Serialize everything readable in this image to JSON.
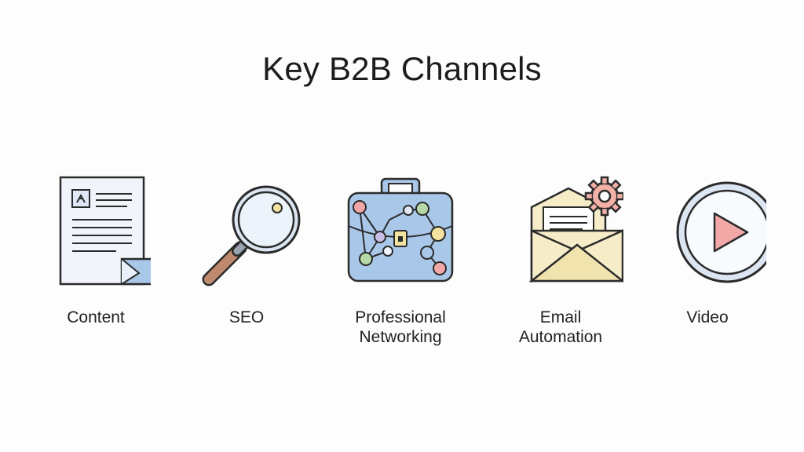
{
  "title": "Key B2B Channels",
  "channels": [
    {
      "id": "content",
      "lines": [
        "Content"
      ],
      "icon": "document-icon"
    },
    {
      "id": "seo",
      "lines": [
        "SEO"
      ],
      "icon": "magnifying-glass-icon"
    },
    {
      "id": "professional-networking",
      "lines": [
        "Professional",
        "Networking"
      ],
      "icon": "briefcase-network-icon"
    },
    {
      "id": "email-automation",
      "lines": [
        "Email",
        "Automation"
      ],
      "icon": "envelope-gear-icon"
    },
    {
      "id": "video",
      "lines": [
        "Video"
      ],
      "icon": "play-button-icon"
    }
  ],
  "colors": {
    "outline": "#2b2b2b",
    "paper": "#f1f5fb",
    "blue": "#a9c7e8",
    "blue_light": "#e8f0f9",
    "handle": "#c08a6e",
    "node_green": "#b7d8a8",
    "node_yellow": "#f3e3a0",
    "node_pink": "#f2a7a7",
    "node_purple": "#c9bde6",
    "envelope": "#f6edc8",
    "gear": "#f2b0a6",
    "play": "#f3a8a8"
  }
}
